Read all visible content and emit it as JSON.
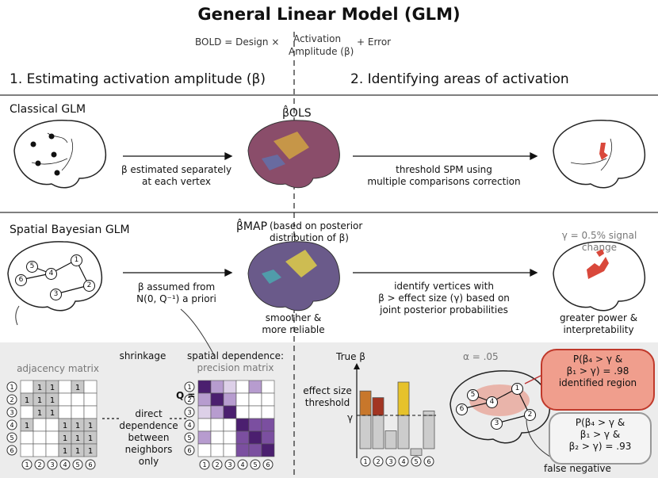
{
  "title": "General Linear Model (GLM)",
  "equation": {
    "bold": "BOLD = Design ×",
    "activation": "Activation",
    "amplitude": "Amplitude (β)",
    "error": "+ Error"
  },
  "headers": {
    "left": "1. Estimating activation amplitude (β)",
    "right": "2. Identifying areas of activation"
  },
  "classical": {
    "label": "Classical GLM",
    "beta_ols": "β̂OLS",
    "arrow1_line1": "β estimated separately",
    "arrow1_line2": "at each vertex",
    "arrow2_line1": "threshold SPM using",
    "arrow2_line2": "multiple comparisons correction"
  },
  "bayes": {
    "label": "Spatial Bayesian GLM",
    "beta_map": "β̂MAP",
    "map_note1": "(based on posterior",
    "map_note2": "distribution of β)",
    "signal": "γ = 0.5% signal change",
    "arrow1_line1": "β assumed from",
    "arrow1_line2": "N(0, Q⁻¹) a priori",
    "smoother1": "smoother &",
    "smoother2": "more reliable",
    "arrow2_line1": "identify vertices with",
    "arrow2_line2": "β > effect size (γ) based on",
    "arrow2_line3": "joint posterior probabilities",
    "power1": "greater power &",
    "power2": "interpretability"
  },
  "nodes": [
    "1",
    "2",
    "3",
    "4",
    "5",
    "6"
  ],
  "bottom": {
    "adjacency": "adjacency matrix",
    "shrinkage": "shrinkage",
    "spatial1": "spatial dependence:",
    "spatial2": "precision matrix",
    "q": "Q =",
    "direct1": "direct",
    "direct2": "dependence",
    "direct3": "between",
    "direct4": "neighbors only",
    "true_beta": "True β",
    "effect1": "effect size",
    "effect2": "threshold",
    "gamma": "γ",
    "alpha": "α = .05",
    "red1": "P(β₄ > γ &",
    "red2": "β₁ > γ) = .98",
    "red3": "identified region",
    "gray1": "P(β₄ > γ &",
    "gray2": "β₁ > γ &",
    "gray3": "β₂ > γ) = .93",
    "false_neg": "false negative"
  },
  "adjacency_matrix": [
    [
      "",
      "1",
      "1",
      "",
      "1",
      ""
    ],
    [
      "1",
      "1",
      "1",
      "",
      "",
      ""
    ],
    [
      "",
      "1",
      "1",
      "",
      "",
      ""
    ],
    [
      "1",
      "",
      "",
      "1",
      "1",
      "1"
    ],
    [
      "",
      "",
      "",
      "1",
      "1",
      "1"
    ],
    [
      "",
      "",
      "",
      "1",
      "1",
      "1"
    ]
  ],
  "chart_data": {
    "type": "bar",
    "categories": [
      "1",
      "2",
      "3",
      "4",
      "5",
      "6"
    ],
    "values": [
      2.6,
      2.3,
      0.8,
      3.0,
      -0.3,
      1.7
    ],
    "threshold": 1.5,
    "colors": [
      "#c8772b",
      "#a23522",
      "#cccccc",
      "#e6c22b",
      "#cccccc",
      "#cccccc"
    ]
  },
  "colors": {
    "red": "#d9483b",
    "purple": "#4b1f6f",
    "gray_bg": "#ececec"
  }
}
